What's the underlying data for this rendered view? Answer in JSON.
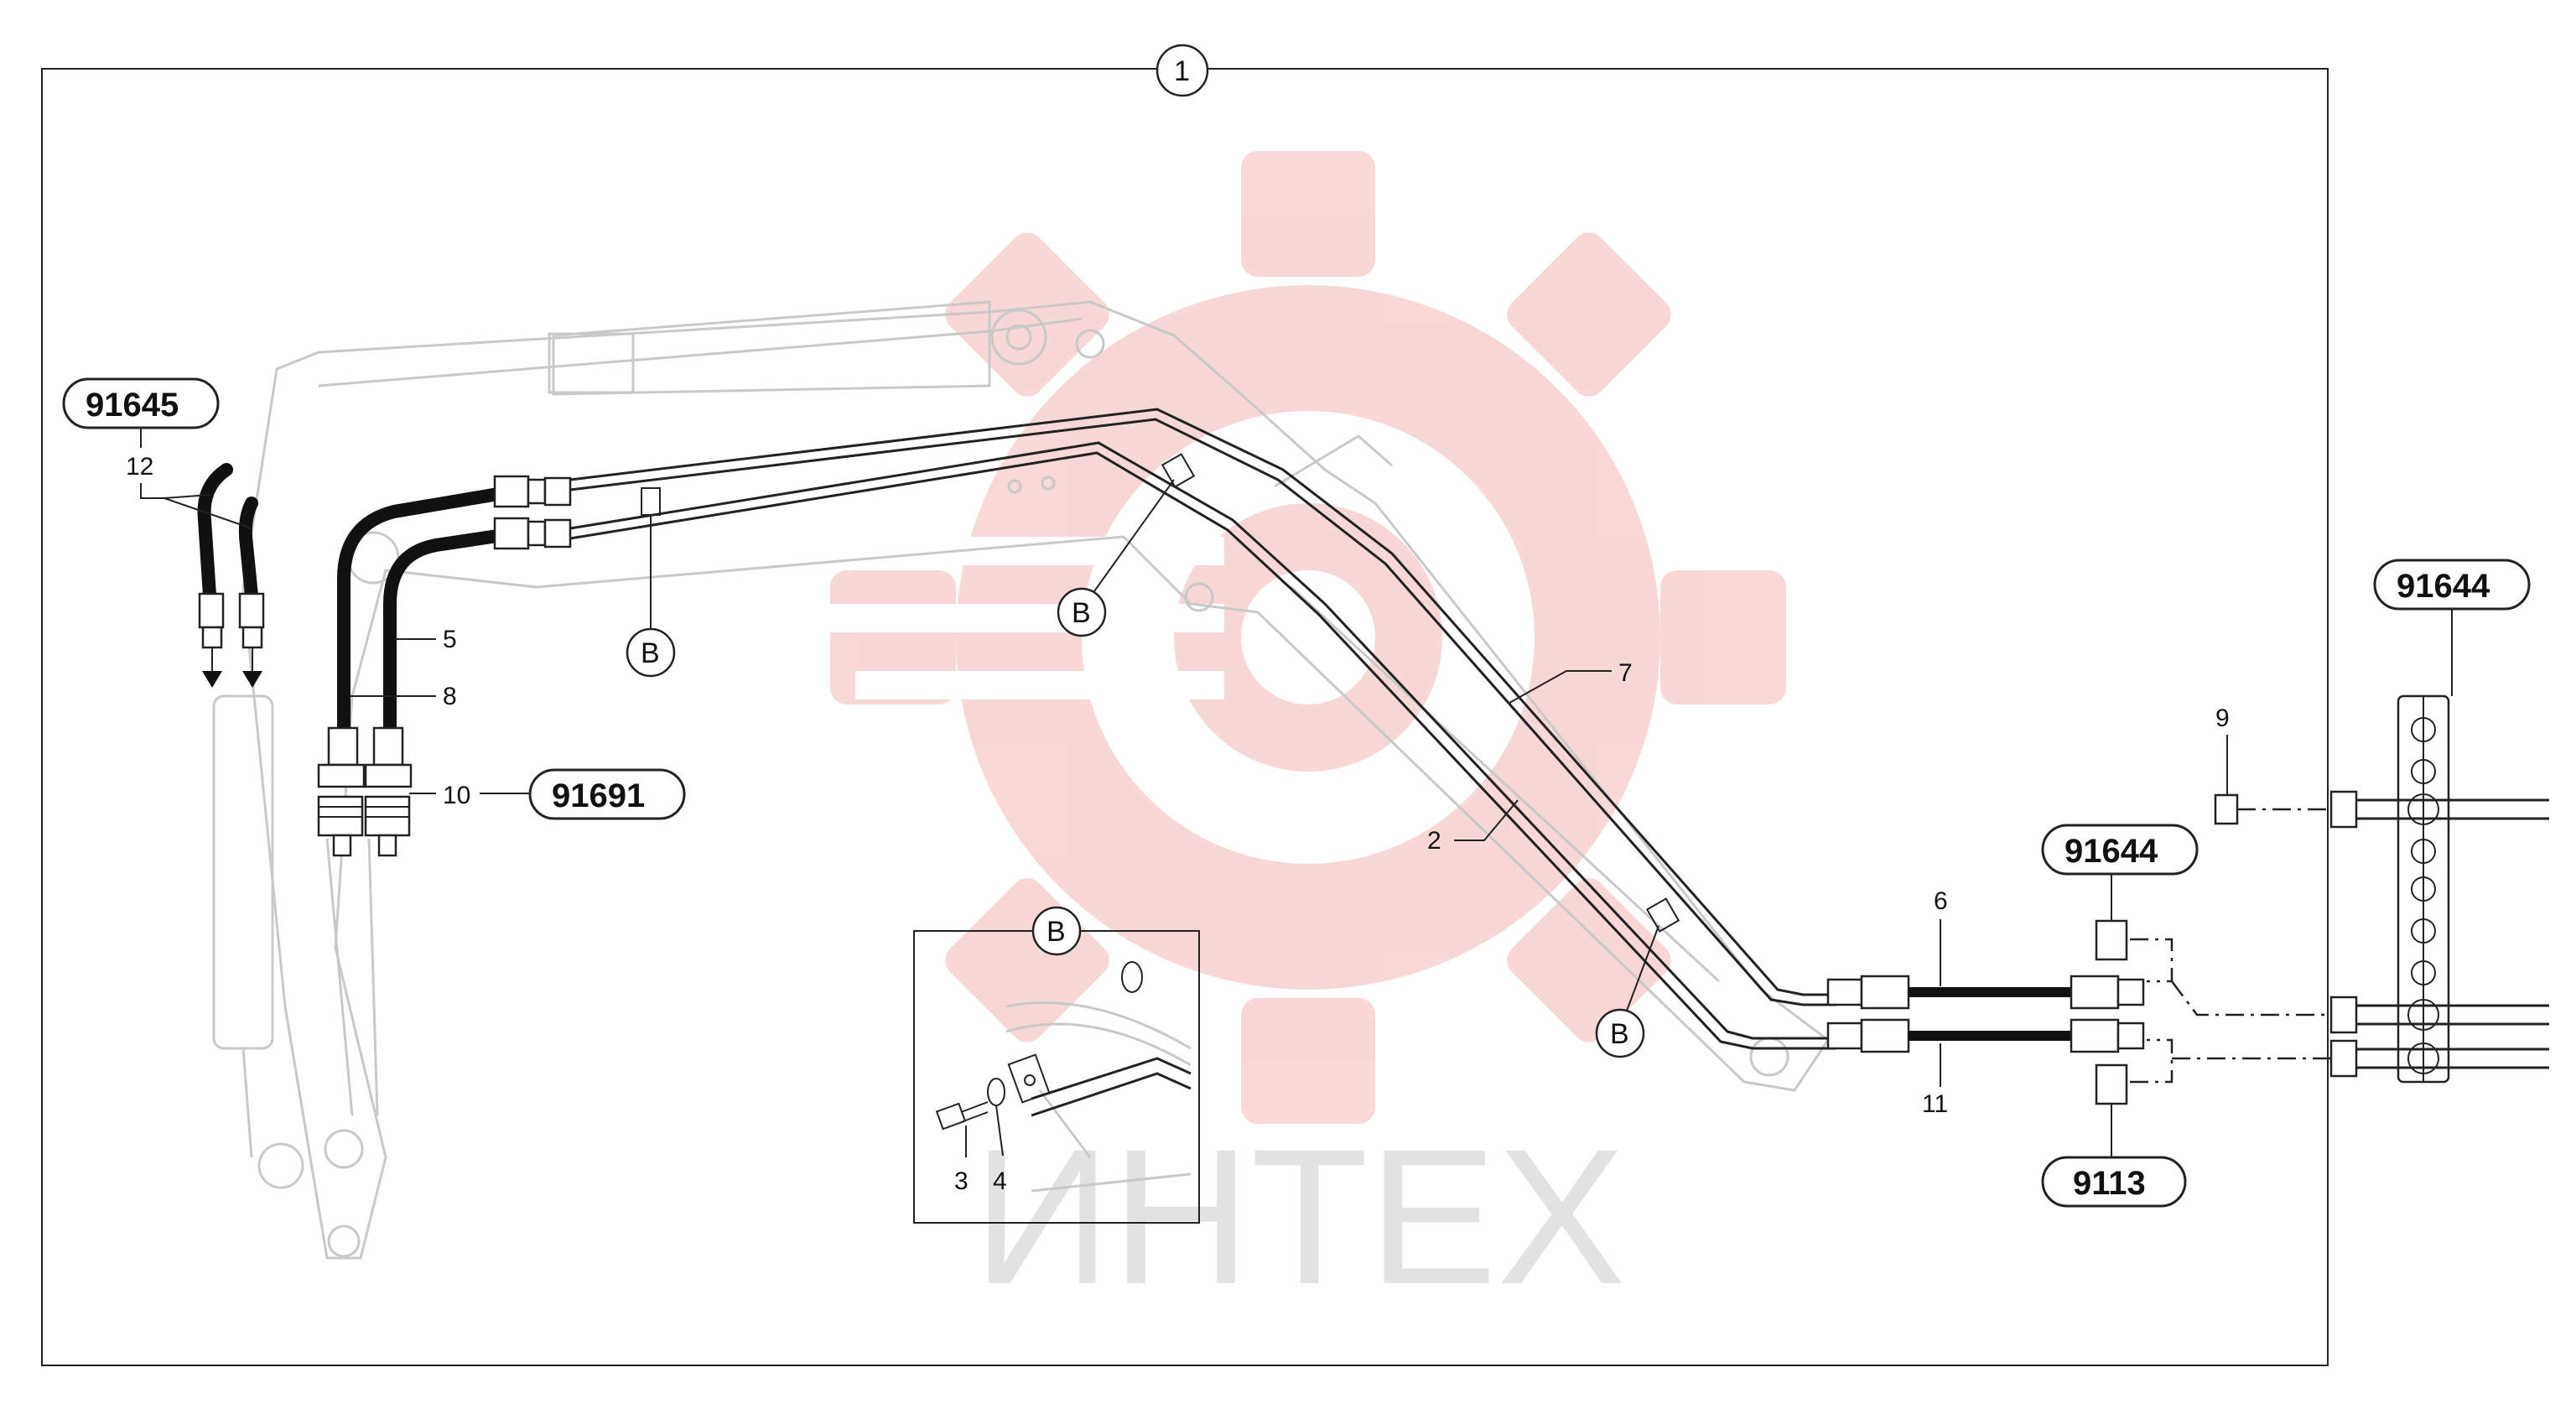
{
  "diagram": {
    "assembly_number": "1",
    "watermark": {
      "text": "ИНТЕХ",
      "color": "#f4b8b8"
    },
    "part_codes": {
      "left_top": "91645",
      "mid_left": "91691",
      "right_top_upper": "91644",
      "right_mid": "91644",
      "right_bottom": "9113"
    },
    "items": {
      "i2": "2",
      "i3": "3",
      "i4": "4",
      "i5": "5",
      "i6": "6",
      "i7": "7",
      "i8": "8",
      "i9": "9",
      "i10": "10",
      "i11": "11",
      "i12": "12"
    },
    "clamp_callouts": [
      "B",
      "B",
      "B"
    ],
    "detail": {
      "title": "B"
    }
  }
}
